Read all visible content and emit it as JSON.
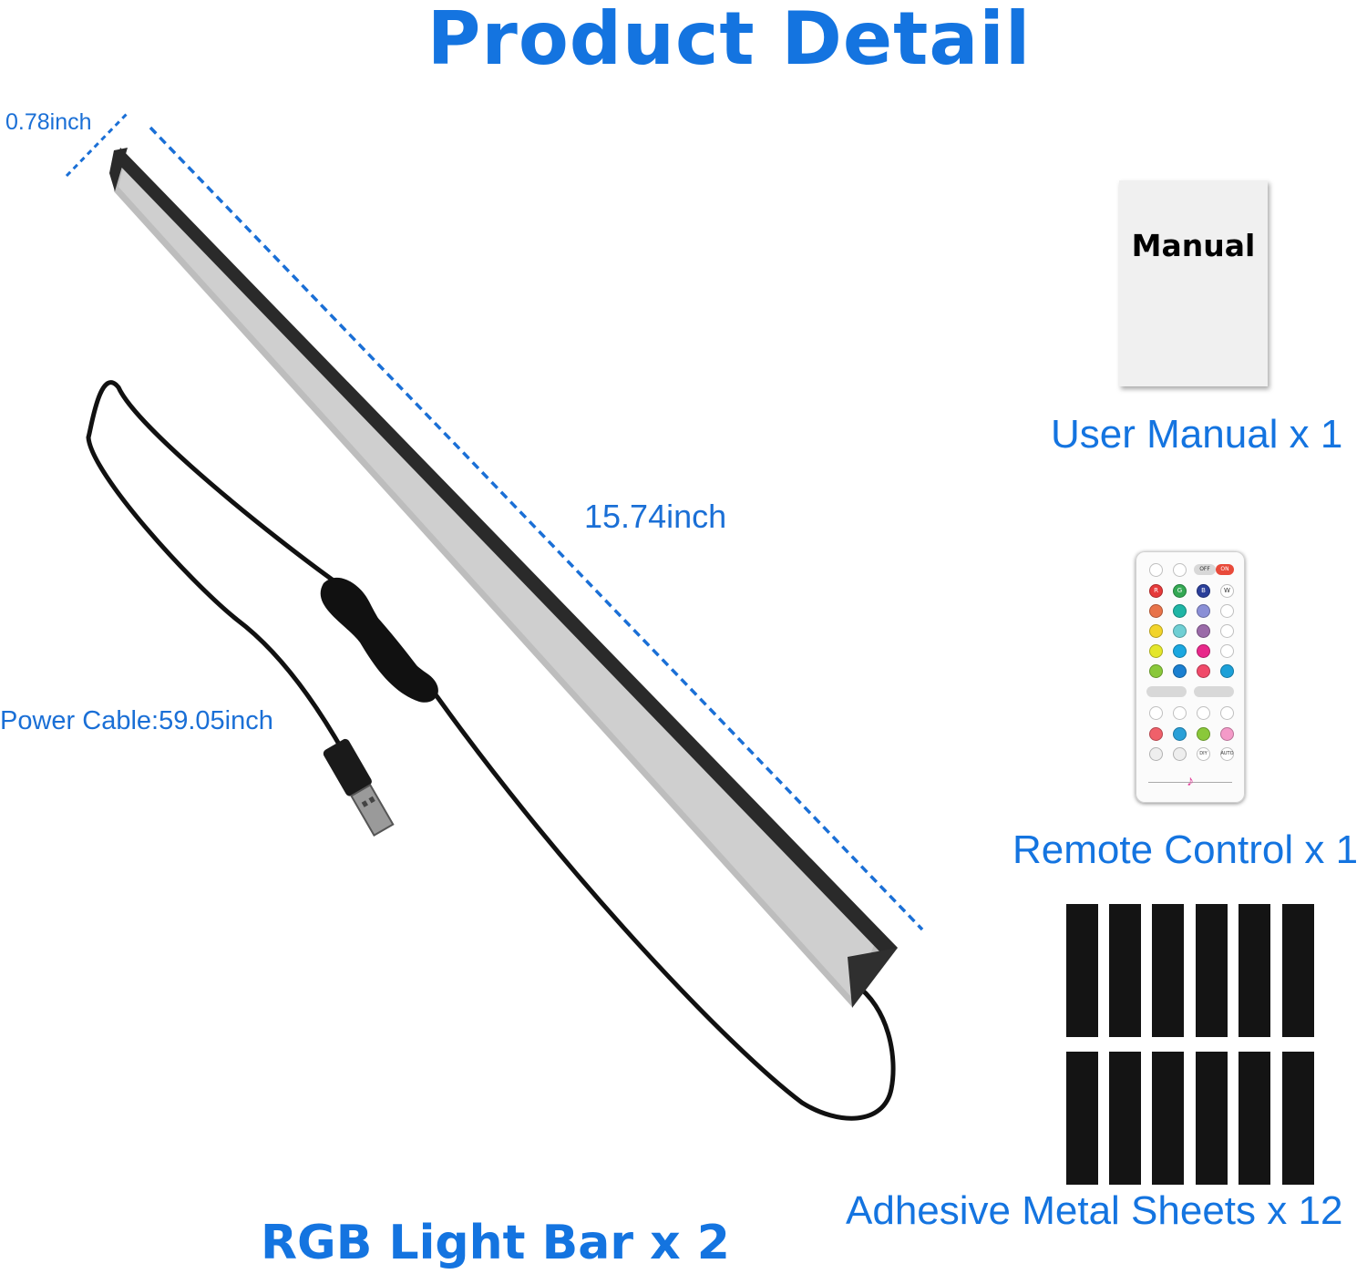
{
  "title": "Product Detail",
  "dimensions": {
    "width": "0.78inch",
    "length": "15.74inch",
    "cable": "Power Cable:59.05inch"
  },
  "manual": {
    "label": "Manual",
    "caption": "User Manual x 1"
  },
  "remote": {
    "caption": "Remote Control x 1",
    "buttons": {
      "off": "OFF",
      "on": "ON",
      "r": "R",
      "g": "G",
      "b": "B",
      "w": "W",
      "diy": "DIY",
      "auto": "AUTO"
    }
  },
  "sheets": {
    "caption": "Adhesive Metal Sheets x 12"
  },
  "light_bar": {
    "caption": "RGB Light Bar x 2"
  },
  "colors": {
    "brand_blue": "#1474e0",
    "dimension_blue": "#1a6fd6"
  }
}
